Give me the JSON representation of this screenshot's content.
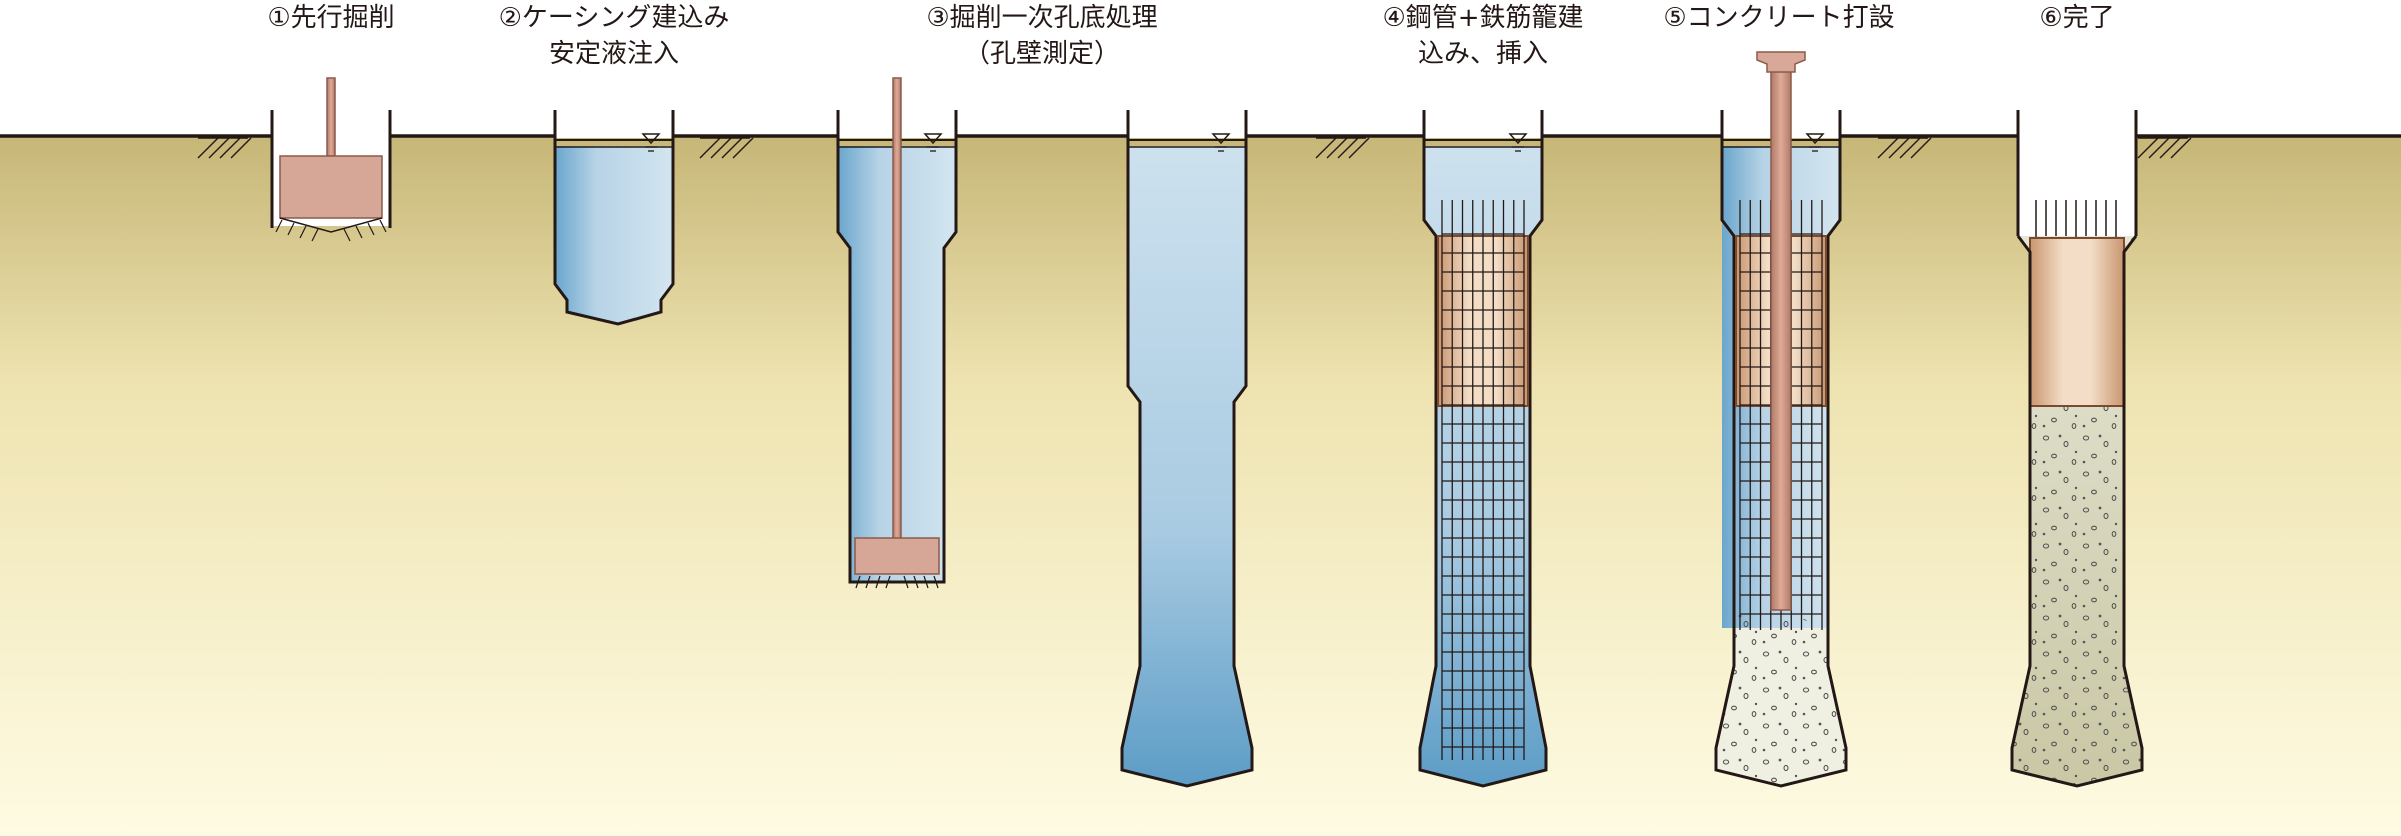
{
  "steps": [
    {
      "lines": [
        "①先行掘削"
      ]
    },
    {
      "lines": [
        "②ケーシング建込み",
        "安定液注入"
      ]
    },
    {
      "lines": [
        "③掘削一次孔底処理",
        "（孔壁測定）"
      ]
    },
    {
      "lines": []
    },
    {
      "lines": [
        "④鋼管+鉄筋籠建",
        "込み、挿入"
      ]
    },
    {
      "lines": [
        "⑤コンクリート打設"
      ]
    },
    {
      "lines": [
        "⑥完了"
      ]
    }
  ],
  "colors": {
    "ground_top": "#c8b878",
    "ground_bottom": "#fdf9e0",
    "ground_line": "#231815",
    "water_light": "#cfe2ef",
    "water_dark": "#6ba7cc",
    "bucket": "#d8a898",
    "rod": "#c98f7e",
    "steel_pipe": "#e8c9a8",
    "rebar": "#231815",
    "concrete": "#e0e0c8",
    "concrete_dark": "#cfcfb0"
  },
  "icons": [
    "water-level-icon",
    "ground-hatch-icon"
  ]
}
